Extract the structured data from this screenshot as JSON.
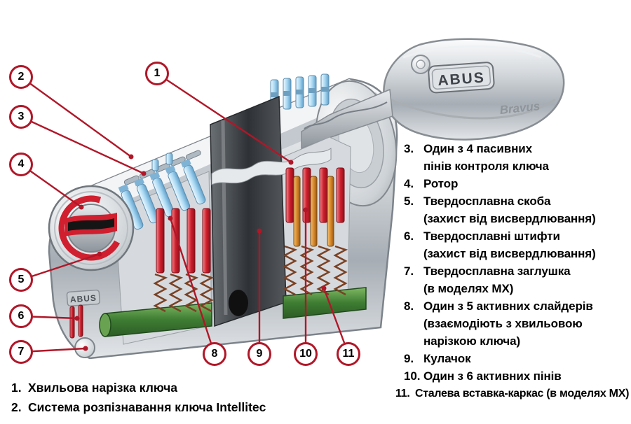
{
  "colors": {
    "callout_red": "#b01728",
    "insert_green": "#3e7c33",
    "pin_blue": "#a8d8f2",
    "pin_red": "#cf1f2c"
  },
  "illustration": {
    "key_brand": "ABUS",
    "key_model": "Bravus",
    "body_brand": "ABUS"
  },
  "callouts": {
    "n1": "1",
    "n2": "2",
    "n3": "3",
    "n4": "4",
    "n5": "5",
    "n6": "6",
    "n7": "7",
    "n8": "8",
    "n9": "9",
    "n10": "10",
    "n11": "11"
  },
  "right_list": [
    {
      "num": "3.",
      "l1": "Один з 4 пасивних",
      "l2": "пінів контроля ключа"
    },
    {
      "num": "4.",
      "l1": "Ротор"
    },
    {
      "num": "5.",
      "l1": "Твердосплавна скоба",
      "l2": "(захист від висвердлювання)"
    },
    {
      "num": "6.",
      "l1": "Твердосплавні штифти",
      "l2": "(захист від висвердлювання)"
    },
    {
      "num": "7.",
      "l1": "Твердосплавна заглушка",
      "l2": "(в моделях MX)"
    },
    {
      "num": "8.",
      "l1": "Один з 5 активних слайдерів",
      "l2": "(взаємодіють з хвильовою",
      "l3": "нарізкою ключа)"
    },
    {
      "num": "9.",
      "l1": "Кулачок"
    },
    {
      "num": "10.",
      "l1": "Один з 6 активних пінів"
    },
    {
      "num": "11.",
      "l1": "Сталева вставка-каркас (в моделях MX)"
    }
  ],
  "bottom_list": [
    {
      "num": "1.",
      "text": "Хвильова нарізка ключа"
    },
    {
      "num": "2.",
      "text": "Система розпізнавання ключа Intellitec"
    }
  ]
}
